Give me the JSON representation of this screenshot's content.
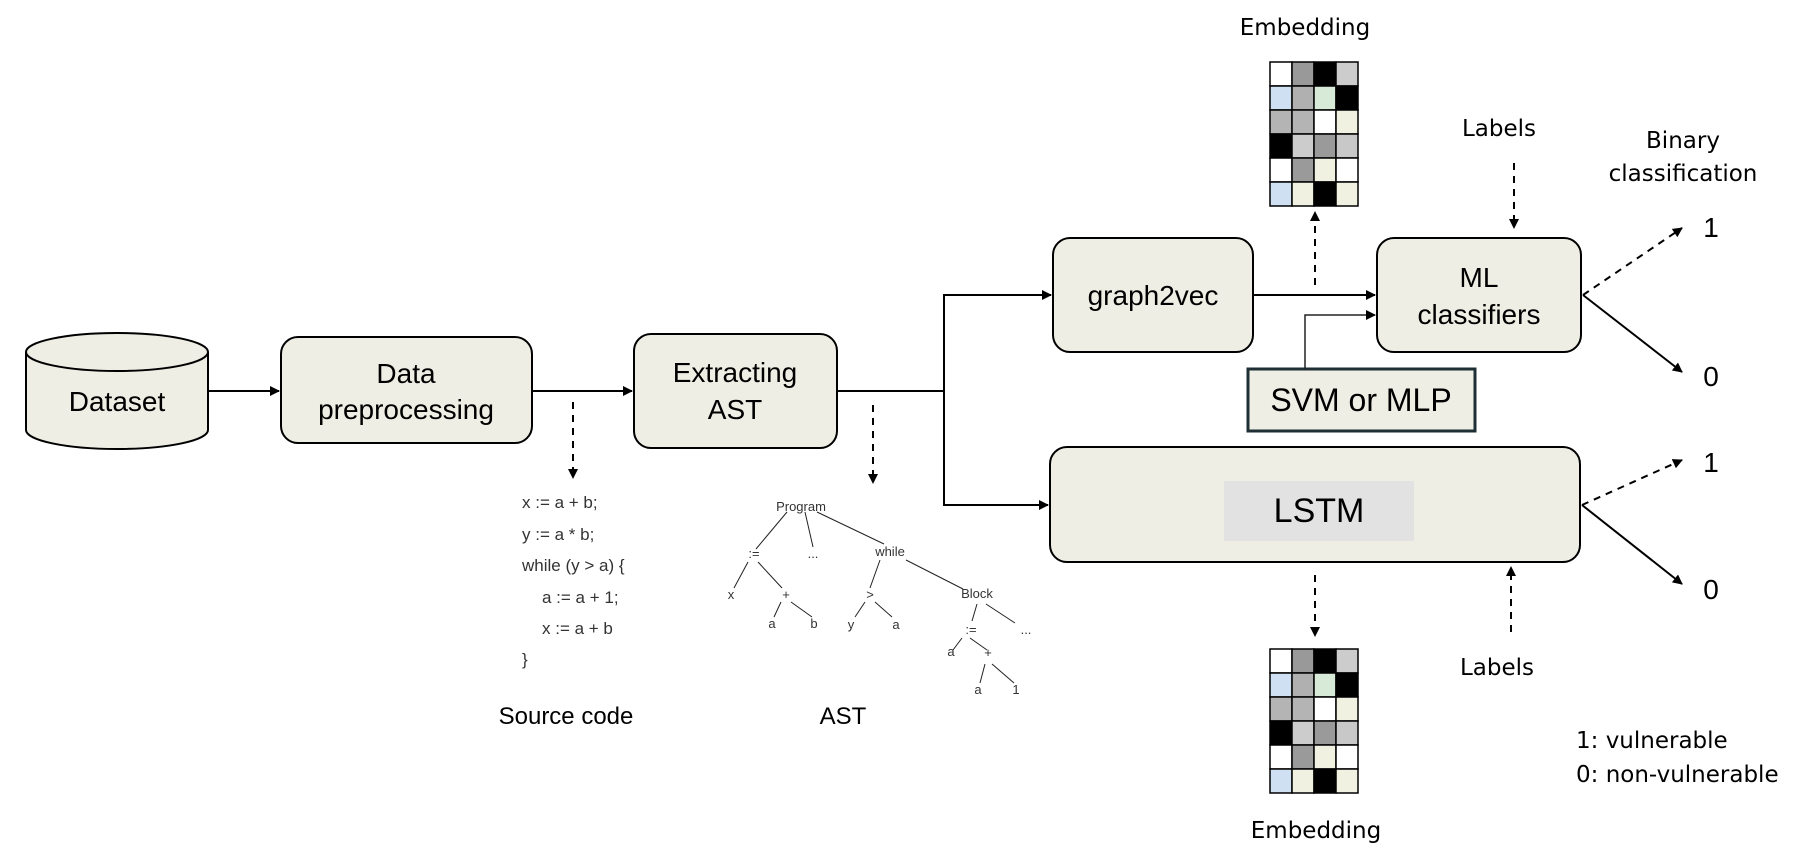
{
  "nodes": {
    "dataset": "Dataset",
    "preprocessing_line1": "Data",
    "preprocessing_line2": "preprocessing",
    "extract_line1": "Extracting",
    "extract_line2": "AST",
    "graph2vec": "graph2vec",
    "ml_line1": "ML",
    "ml_line2": "classifiers",
    "svm": "SVM or MLP",
    "lstm": "LSTM"
  },
  "source_code": {
    "lines": [
      "x := a + b;",
      "y := a * b;",
      "while (y > a) {",
      "a := a + 1;",
      "x := a + b",
      "}"
    ],
    "caption": "Source code"
  },
  "ast": {
    "caption": "AST",
    "nodes": [
      "Program",
      ":=",
      "...",
      "while",
      "x",
      "+",
      ">",
      "Block",
      "a",
      "b",
      "y",
      "a",
      ":=",
      "...",
      "a",
      "+",
      "a",
      "1"
    ]
  },
  "labels": {
    "embedding_top": "Embedding",
    "embedding_bottom": "Embedding",
    "labels_top": "Labels",
    "labels_bottom": "Labels",
    "binary_line1": "Binary",
    "binary_line2": "classification",
    "out_1a": "1",
    "out_0a": "0",
    "out_1b": "1",
    "out_0b": "0"
  },
  "legend": {
    "line1": "1: vulnerable",
    "line2": "0: non-vulnerable"
  },
  "embedding_colors": [
    [
      "#ffffff",
      "#999999",
      "#000000",
      "#cccccc"
    ],
    [
      "#cfe0f2",
      "#b0b0b0",
      "#d7ead8",
      "#000000"
    ],
    [
      "#b4b4b4",
      "#b4b4b4",
      "#ffffff",
      "#f1f1e2"
    ],
    [
      "#000000",
      "#cccccc",
      "#9a9a9a",
      "#c8c8c8"
    ],
    [
      "#ffffff",
      "#9a9a9a",
      "#f1f1e2",
      "#ffffff"
    ],
    [
      "#cfe0f2",
      "#f1f1e2",
      "#000000",
      "#f1f1e2"
    ]
  ]
}
